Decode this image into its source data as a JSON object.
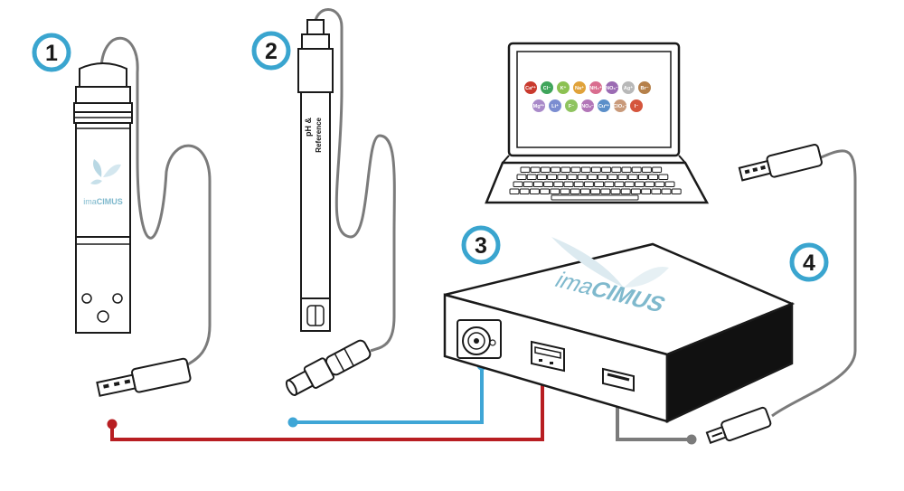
{
  "colors": {
    "badge_blue": "#3aa5cf",
    "cable_red": "#b81e22",
    "cable_blue": "#3fa6d6",
    "cable_gray": "#7b7b7b",
    "outline": "#1a1a1a",
    "logo_teal": "#7fb9cd"
  },
  "steps": [
    {
      "number": "1"
    },
    {
      "number": "2"
    },
    {
      "number": "3"
    },
    {
      "number": "4"
    }
  ],
  "sensor": {
    "logo_pre": "ima",
    "logo_post": "CIMUS"
  },
  "ph_probe": {
    "label_line1": "pH &",
    "label_line2": "Reference"
  },
  "box": {
    "logo_pre": "ima",
    "logo_post": "CIMUS"
  },
  "laptop": {
    "ions": [
      {
        "label": "Ca²⁺",
        "color": "#c93a2e"
      },
      {
        "label": "Cl⁻",
        "color": "#3fa55b"
      },
      {
        "label": "K⁺",
        "color": "#8cc152"
      },
      {
        "label": "Na⁺",
        "color": "#e0a23a"
      },
      {
        "label": "NH₄⁺",
        "color": "#d96d8f"
      },
      {
        "label": "NO₃⁻",
        "color": "#9b6bb3"
      },
      {
        "label": "Ag⁺",
        "color": "#b8b8b8"
      },
      {
        "label": "Br⁻",
        "color": "#b5804a"
      },
      {
        "label": "Mg²⁺",
        "color": "#a98ac9"
      },
      {
        "label": "Li⁺",
        "color": "#7b8dd1"
      },
      {
        "label": "F⁻",
        "color": "#8fc460"
      },
      {
        "label": "NO₂⁻",
        "color": "#b376b8"
      },
      {
        "label": "Cu²⁺",
        "color": "#5b8fc9"
      },
      {
        "label": "ClO₄⁻",
        "color": "#c99a7a"
      },
      {
        "label": "I⁻",
        "color": "#d5553c"
      }
    ]
  }
}
